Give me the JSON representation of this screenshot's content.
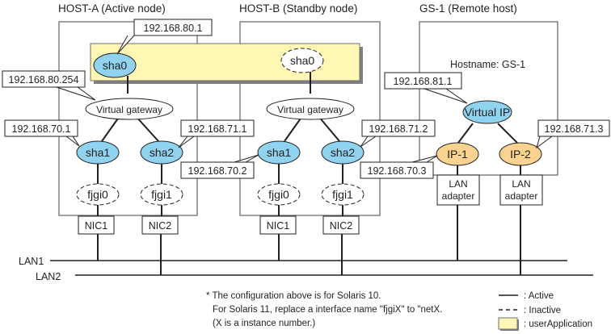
{
  "colors": {
    "active_node_fill": "#8fd3f0",
    "remote_ip_fill": "#f9d38f",
    "user_application_fill": "#fff7b3",
    "line": "#231f20",
    "host_border": "#6d6e71"
  },
  "hosts": {
    "host_a": {
      "title": "HOST-A (Active node)"
    },
    "host_b": {
      "title": "HOST-B (Standby node)"
    },
    "gs1": {
      "title": "GS-1 (Remote host)",
      "hostname": "Hostname: GS-1"
    }
  },
  "nodes": {
    "a_sha0": "sha0",
    "b_sha0": "sha0",
    "a_vgw": "Virtual gateway",
    "b_vgw": "Virtual gateway",
    "a_sha1": "sha1",
    "a_sha2": "sha2",
    "b_sha1": "sha1",
    "b_sha2": "sha2",
    "a_fjgi0": "fjgi0",
    "a_fjgi1": "fjgi1",
    "b_fjgi0": "fjgi0",
    "b_fjgi1": "fjgi1",
    "a_nic1": "NIC1",
    "a_nic2": "NIC2",
    "b_nic1": "NIC1",
    "b_nic2": "NIC2",
    "gs_vip": "Virtual IP",
    "gs_ip1": "IP-1",
    "gs_ip2": "IP-2",
    "gs_lan1_line1": "LAN",
    "gs_lan1_line2": "adapter",
    "gs_lan2_line1": "LAN",
    "gs_lan2_line2": "adapter"
  },
  "addresses": {
    "a_sha0": "192.168.80.1",
    "a_vgw": "192.168.80.254",
    "a_sha1": "192.168.70.1",
    "a_sha2": "192.168.71.1",
    "b_sha1": "192.168.70.2",
    "b_sha2": "192.168.71.2",
    "gs_vip": "192.168.81.1",
    "gs_ip1": "192.168.70.3",
    "gs_ip2": "192.168.71.3"
  },
  "networks": {
    "lan1": "LAN1",
    "lan2": "LAN2"
  },
  "notes": [
    "* The configuration above is for Solaris 10.",
    "For Solaris 11, replace a interface name \"fjgiX\" to \"netX.",
    "(X is a instance number.)"
  ],
  "legend": {
    "active": ": Active",
    "inactive": ": Inactive",
    "user_application": ": userApplication"
  }
}
